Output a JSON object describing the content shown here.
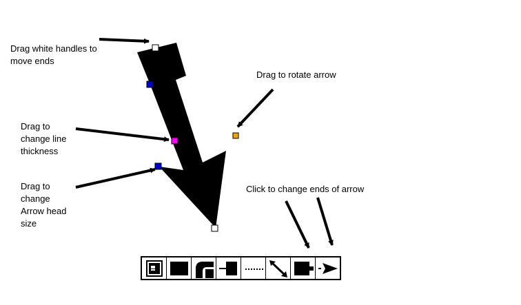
{
  "annotations": {
    "move_ends": [
      "Drag white handles to",
      "move ends"
    ],
    "rotate": [
      "Drag to rotate arrow"
    ],
    "thickness": [
      "Drag to",
      "change line",
      "thickness"
    ],
    "head_size": [
      "Drag to",
      "change",
      "Arrow head",
      "size"
    ],
    "change_ends": [
      "Click to change ends of arrow"
    ]
  },
  "colors": {
    "arrow_fill": "#000000",
    "move_handle": "#ffffff",
    "head_handle": "#0000cc",
    "thickness_handle": "#ff00ff",
    "rotate_handle": "#f5a500"
  },
  "toolbar": {
    "tools": [
      {
        "name": "properties-tool",
        "icon": "panel-square-icon"
      },
      {
        "name": "square-end-tool",
        "icon": "filled-square-icon"
      },
      {
        "name": "bend-tool",
        "icon": "elbow-bend-icon"
      },
      {
        "name": "offset-tool",
        "icon": "offset-step-icon"
      },
      {
        "name": "dotted-line-tool",
        "icon": "dotted-line-icon"
      },
      {
        "name": "double-arrow-tool",
        "icon": "double-arrow-icon"
      },
      {
        "name": "flat-end-tool",
        "icon": "flat-end-icon"
      },
      {
        "name": "arrow-end-tool",
        "icon": "arrow-end-icon"
      }
    ]
  }
}
